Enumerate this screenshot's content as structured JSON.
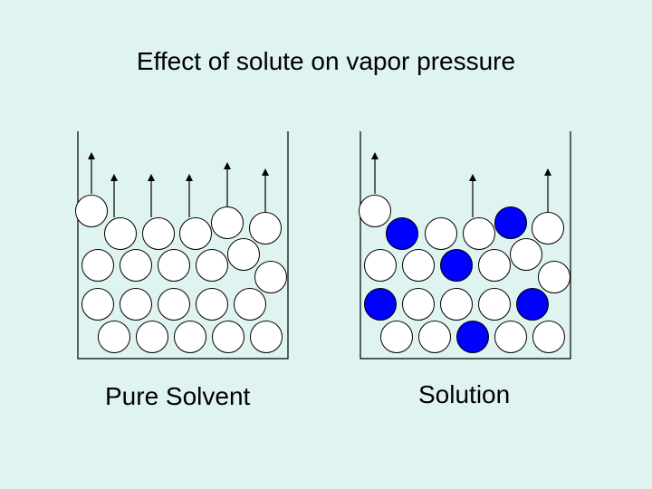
{
  "title": "Effect of solute on vapor pressure",
  "left_container": {
    "caption": "Pure Solvent"
  },
  "right_container": {
    "caption": "Solution"
  },
  "colors": {
    "background": "#dff3f0",
    "solvent_particle": "#ffffff",
    "solute_particle": "#0000ff",
    "outline": "#000000"
  }
}
